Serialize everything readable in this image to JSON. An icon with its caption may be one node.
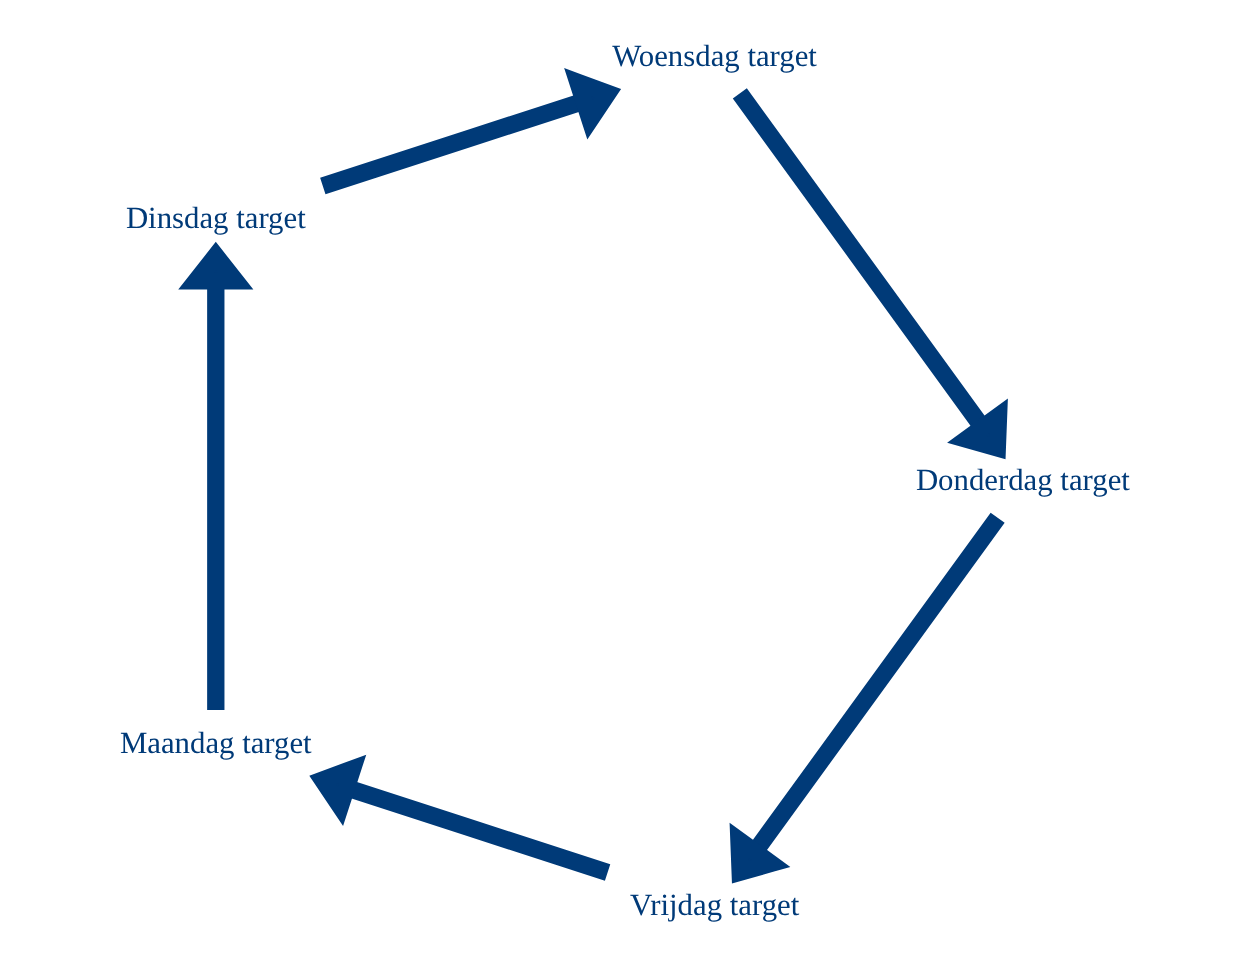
{
  "diagram": {
    "nodes": [
      {
        "text": [
          "Vrijdag target"
        ]
      },
      {
        "text": [
          "Maandag target"
        ]
      },
      {
        "text": [
          "Donderdag target"
        ]
      },
      {
        "text": [
          "Dinsdag target"
        ]
      },
      {
        "text": [
          "Woensdag target"
        ]
      }
    ],
    "edges": [
      {
        "from": 0,
        "to": 1,
        "arrow": "to"
      },
      {
        "from": 1,
        "to": 3,
        "arrow": "to"
      },
      {
        "from": 3,
        "to": 4,
        "arrow": "to"
      },
      {
        "from": 4,
        "to": 2,
        "arrow": "to"
      },
      {
        "from": 2,
        "to": 0,
        "arrow": "to"
      }
    ]
  }
}
